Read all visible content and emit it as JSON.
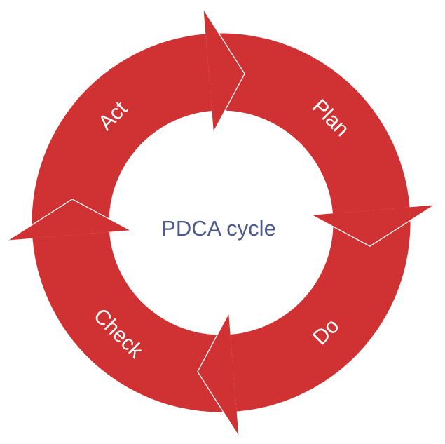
{
  "title": "PDCA cycle",
  "stages": [
    {
      "id": "act",
      "label": "Act"
    },
    {
      "id": "plan",
      "label": "Plan"
    },
    {
      "id": "do",
      "label": "Do"
    },
    {
      "id": "check",
      "label": "Check"
    }
  ],
  "colors": {
    "arrow": "#D03233",
    "label": "#FFFFFF",
    "title": "#4E5A8C"
  }
}
